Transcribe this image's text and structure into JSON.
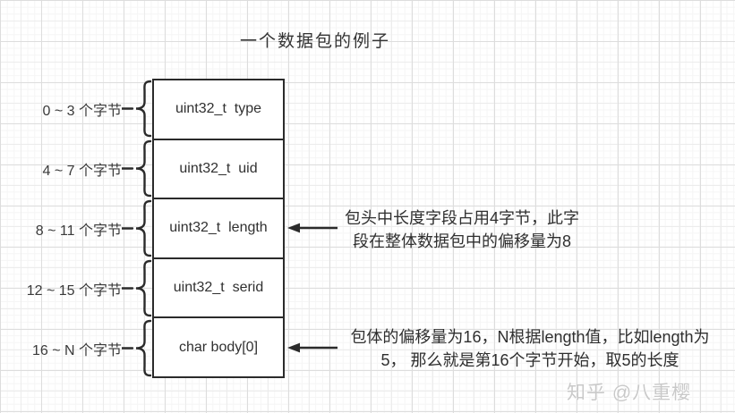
{
  "title": "一个数据包的例子",
  "diagram": {
    "rows": [
      {
        "byte_label": "0 ~ 3 个字节",
        "field": "uint32_t  type"
      },
      {
        "byte_label": "4 ~ 7 个字节",
        "field": "uint32_t  uid"
      },
      {
        "byte_label": "8 ~ 11 个字节",
        "field": "uint32_t  length"
      },
      {
        "byte_label": "12 ~ 15 个字节",
        "field": "uint32_t  serid"
      },
      {
        "byte_label": "16 ~ N 个字节",
        "field": "char body[0]"
      }
    ],
    "annotations": [
      {
        "target_field": "uint32_t length",
        "lines": [
          "包头中长度字段占用4字节，此字",
          "段在整体数据包中的偏移量为8"
        ]
      },
      {
        "target_field": "char body[0]",
        "lines": [
          "包体的偏移量为16，N根据length值，比如length为",
          "5， 那么就是第16个字节开始，取5的长度"
        ]
      }
    ]
  },
  "watermark": "知乎 @八重樱",
  "colors": {
    "ink": "#2b2b2b",
    "text": "#333333",
    "watermark": "#c9c9c9",
    "background": "#ffffff"
  }
}
